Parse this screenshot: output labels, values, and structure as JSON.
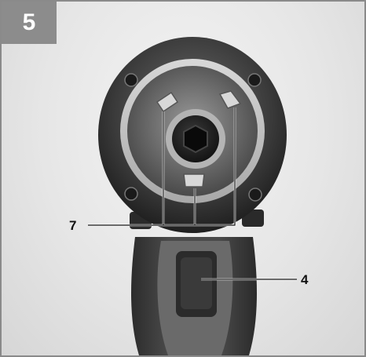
{
  "figure": {
    "number": "5"
  },
  "callouts": [
    {
      "label": "7",
      "description": ""
    },
    {
      "label": "4",
      "description": ""
    }
  ],
  "colors": {
    "frame_border": "#8a8a8a",
    "badge_bg": "#8c8c8c",
    "badge_text": "#ffffff",
    "leader_line": "#ffffff"
  }
}
